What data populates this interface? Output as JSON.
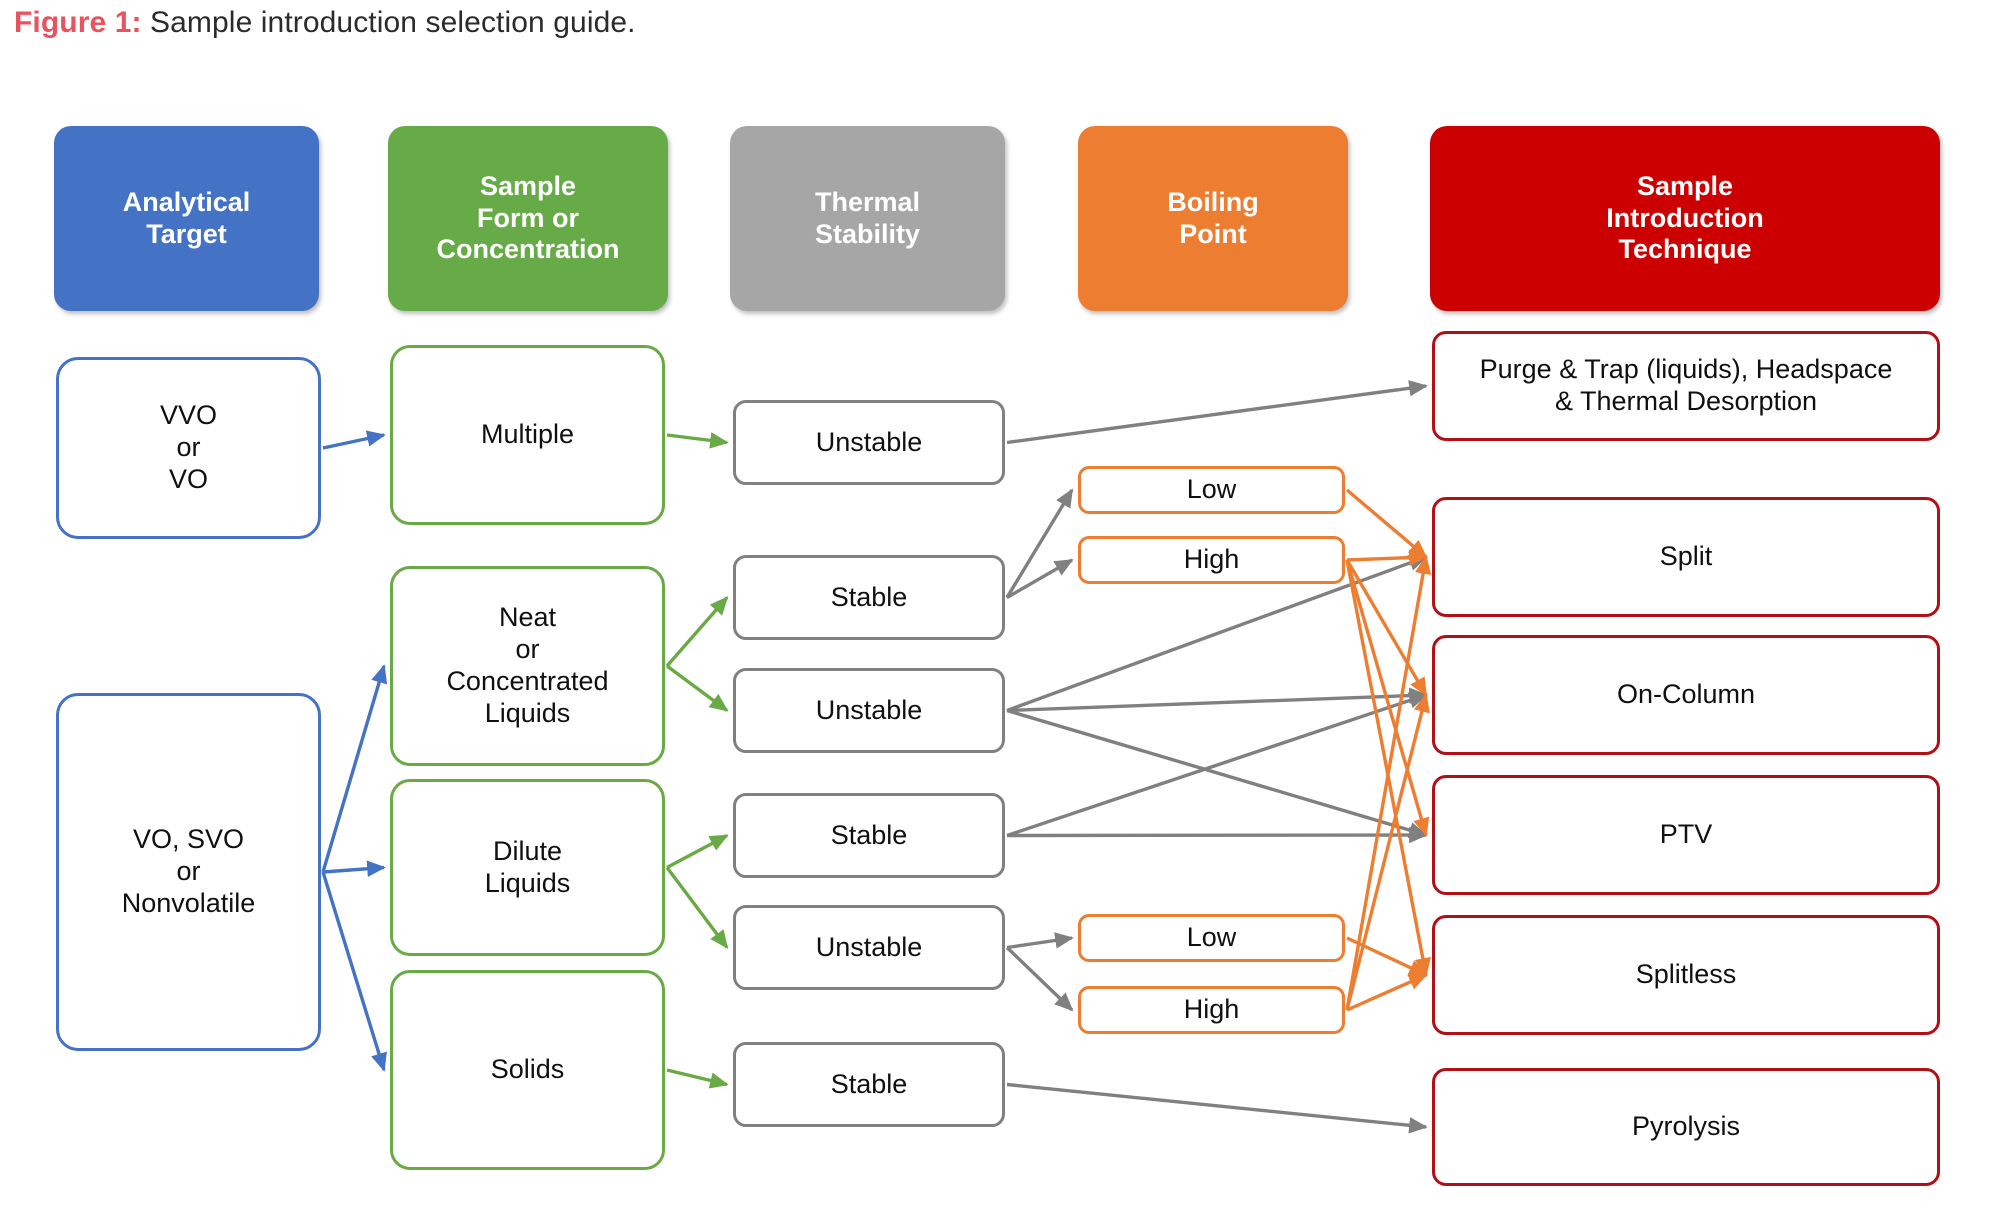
{
  "caption": {
    "figure_label": "Figure 1:",
    "text": " Sample introduction selection guide.",
    "label_color": "#e8535f"
  },
  "colors": {
    "analytical_target": "#4472c4",
    "sample_form": "#67ab49",
    "thermal_stability": "#a6a6a6",
    "boiling_point": "#ed7d31",
    "technique": "#cc0000",
    "technique_outline": "#b01116",
    "background": "#ffffff",
    "text": "#101010"
  },
  "headers": [
    {
      "id": "analytical-target",
      "label": "Analytical\nTarget"
    },
    {
      "id": "sample-form",
      "label": "Sample\nForm or\nConcentration"
    },
    {
      "id": "thermal-stability",
      "label": "Thermal\nStability"
    },
    {
      "id": "boiling-point",
      "label": "Boiling\nPoint"
    },
    {
      "id": "sample-introduction",
      "label": "Sample\nIntroduction\nTechnique"
    }
  ],
  "columns": {
    "analytical_target": [
      {
        "id": "vvo-or-vo",
        "label": "VVO\nor\nVO"
      },
      {
        "id": "vo-svo-nonvolatile",
        "label": "VO, SVO\nor\nNonvolatile"
      }
    ],
    "sample_form": [
      {
        "id": "multiple",
        "label": "Multiple"
      },
      {
        "id": "neat-concentrated",
        "label": "Neat\nor\nConcentrated\nLiquids"
      },
      {
        "id": "dilute-liquids",
        "label": "Dilute\nLiquids"
      },
      {
        "id": "solids",
        "label": "Solids"
      }
    ],
    "thermal_stability": [
      {
        "id": "stability-1",
        "label": "Unstable"
      },
      {
        "id": "stability-2",
        "label": "Stable"
      },
      {
        "id": "stability-3",
        "label": "Unstable"
      },
      {
        "id": "stability-4",
        "label": "Stable"
      },
      {
        "id": "stability-5",
        "label": "Unstable"
      },
      {
        "id": "stability-6",
        "label": "Stable"
      }
    ],
    "boiling_point": [
      {
        "id": "bp-low-1",
        "label": "Low"
      },
      {
        "id": "bp-high-1",
        "label": "High"
      },
      {
        "id": "bp-low-2",
        "label": "Low"
      },
      {
        "id": "bp-high-2",
        "label": "High"
      }
    ],
    "technique": [
      {
        "id": "purge-trap",
        "label": "Purge & Trap (liquids), Headspace\n& Thermal Desorption"
      },
      {
        "id": "split",
        "label": "Split"
      },
      {
        "id": "on-column",
        "label": "On-Column"
      },
      {
        "id": "ptv",
        "label": "PTV"
      },
      {
        "id": "splitless",
        "label": "Splitless"
      },
      {
        "id": "pyrolysis",
        "label": "Pyrolysis"
      }
    ]
  },
  "flow_edges": [
    {
      "from": "vvo-or-vo",
      "to": "multiple",
      "color": "#4472c4"
    },
    {
      "from": "vo-svo-nonvolatile",
      "to": "neat-concentrated",
      "color": "#4472c4"
    },
    {
      "from": "vo-svo-nonvolatile",
      "to": "dilute-liquids",
      "color": "#4472c4"
    },
    {
      "from": "vo-svo-nonvolatile",
      "to": "solids",
      "color": "#4472c4"
    },
    {
      "from": "multiple",
      "to": "stability-1",
      "color": "#6aaa46"
    },
    {
      "from": "neat-concentrated",
      "to": "stability-2",
      "color": "#6aaa46"
    },
    {
      "from": "neat-concentrated",
      "to": "stability-3",
      "color": "#6aaa46"
    },
    {
      "from": "dilute-liquids",
      "to": "stability-4",
      "color": "#6aaa46"
    },
    {
      "from": "dilute-liquids",
      "to": "stability-5",
      "color": "#6aaa46"
    },
    {
      "from": "solids",
      "to": "stability-6",
      "color": "#6aaa46"
    },
    {
      "from": "stability-1",
      "to": "purge-trap",
      "color": "#808080"
    },
    {
      "from": "stability-2",
      "to": "bp-low-1",
      "color": "#808080"
    },
    {
      "from": "stability-2",
      "to": "bp-high-1",
      "color": "#808080"
    },
    {
      "from": "stability-3",
      "to": "split",
      "color": "#808080"
    },
    {
      "from": "stability-3",
      "to": "on-column",
      "color": "#808080"
    },
    {
      "from": "stability-3",
      "to": "ptv",
      "color": "#808080"
    },
    {
      "from": "stability-4",
      "to": "on-column",
      "color": "#808080"
    },
    {
      "from": "stability-4",
      "to": "ptv",
      "color": "#808080"
    },
    {
      "from": "stability-5",
      "to": "bp-low-2",
      "color": "#808080"
    },
    {
      "from": "stability-5",
      "to": "bp-high-2",
      "color": "#808080"
    },
    {
      "from": "stability-6",
      "to": "pyrolysis",
      "color": "#808080"
    },
    {
      "from": "bp-low-1",
      "to": "split",
      "color": "#ed7d31"
    },
    {
      "from": "bp-high-1",
      "to": "split",
      "color": "#ed7d31"
    },
    {
      "from": "bp-high-1",
      "to": "on-column",
      "color": "#ed7d31"
    },
    {
      "from": "bp-high-1",
      "to": "ptv",
      "color": "#ed7d31"
    },
    {
      "from": "bp-high-1",
      "to": "splitless",
      "color": "#ed7d31"
    },
    {
      "from": "bp-low-2",
      "to": "splitless",
      "color": "#ed7d31"
    },
    {
      "from": "bp-high-2",
      "to": "split",
      "color": "#ed7d31"
    },
    {
      "from": "bp-high-2",
      "to": "on-column",
      "color": "#ed7d31"
    },
    {
      "from": "bp-high-2",
      "to": "splitless",
      "color": "#ed7d31"
    }
  ]
}
